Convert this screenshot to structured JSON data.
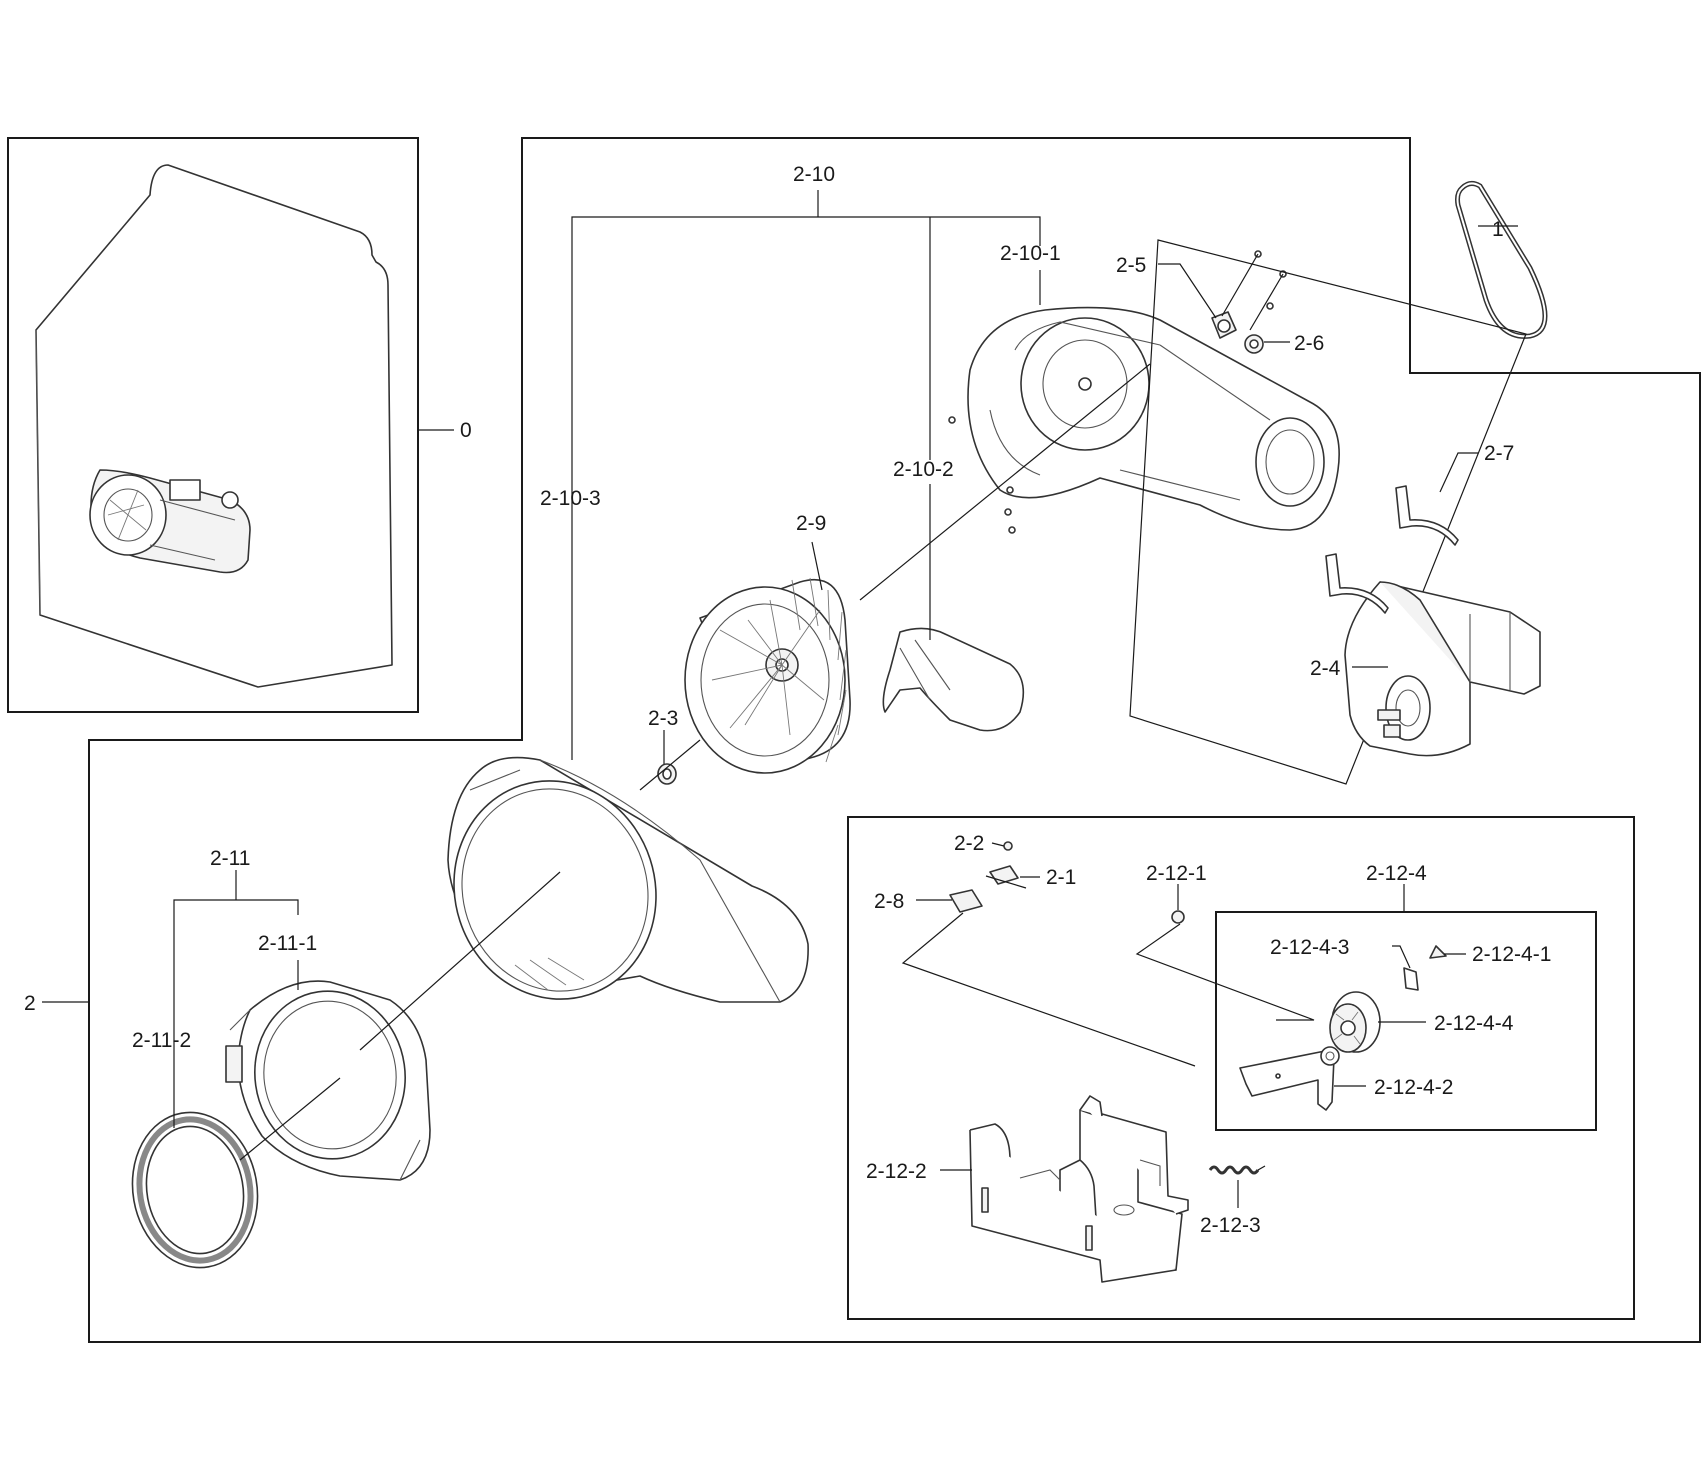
{
  "diagram": {
    "labels": {
      "l0": "0",
      "l1": "1",
      "l2": "2",
      "l2_1": "2-1",
      "l2_2": "2-2",
      "l2_3": "2-3",
      "l2_4": "2-4",
      "l2_5": "2-5",
      "l2_6": "2-6",
      "l2_7": "2-7",
      "l2_8": "2-8",
      "l2_9": "2-9",
      "l2_10": "2-10",
      "l2_10_1": "2-10-1",
      "l2_10_2": "2-10-2",
      "l2_10_3": "2-10-3",
      "l2_11": "2-11",
      "l2_11_1": "2-11-1",
      "l2_11_2": "2-11-2",
      "l2_12_1": "2-12-1",
      "l2_12_2": "2-12-2",
      "l2_12_3": "2-12-3",
      "l2_12_4": "2-12-4",
      "l2_12_4_1": "2-12-4-1",
      "l2_12_4_2": "2-12-4-2",
      "l2_12_4_3": "2-12-4-3",
      "l2_12_4_4": "2-12-4-4"
    }
  }
}
